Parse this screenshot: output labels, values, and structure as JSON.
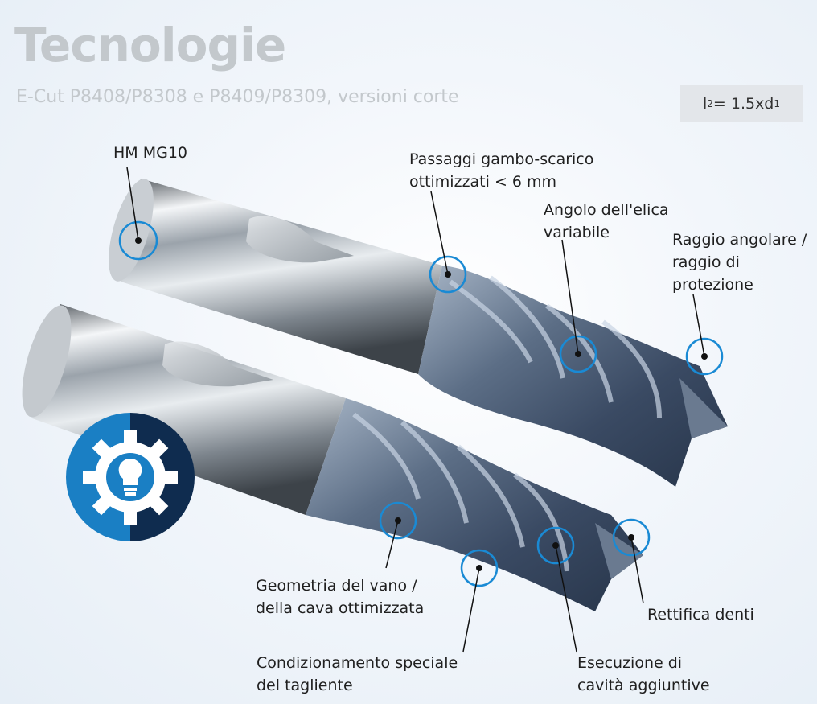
{
  "title": "Tecnologie",
  "subtitle": "E-Cut P8408/P8308 e P8409/P8309, versioni corte",
  "formula": {
    "l": "l",
    "l_sub": "2",
    "eq": " = 1.5xd",
    "d_sub": "1"
  },
  "callouts": {
    "hm": "HM MG10",
    "passaggi_1": "Passaggi gambo-scarico",
    "passaggi_2": "ottimizzati < 6 mm",
    "angolo_1": "Angolo dell'elica",
    "angolo_2": "variabile",
    "raggio_1": "Raggio angolare /",
    "raggio_2": "raggio di",
    "raggio_3": "protezione",
    "geometria_1": "Geometria del vano /",
    "geometria_2": "della cava ottimizzata",
    "rettifica": "Rettifica denti",
    "condizionamento_1": "Condizionamento speciale",
    "condizionamento_2": "del tagliente",
    "esecuzione_1": "Esecuzione di",
    "esecuzione_2": "cavità aggiuntive"
  },
  "colors": {
    "callout_ring": "#1a8ad4",
    "badge_light": "#1a7fc4",
    "badge_dark": "#0f2c4f",
    "title_gray": "#c3c8cc"
  },
  "icons": [
    "technology-gear-lightbulb-icon"
  ]
}
